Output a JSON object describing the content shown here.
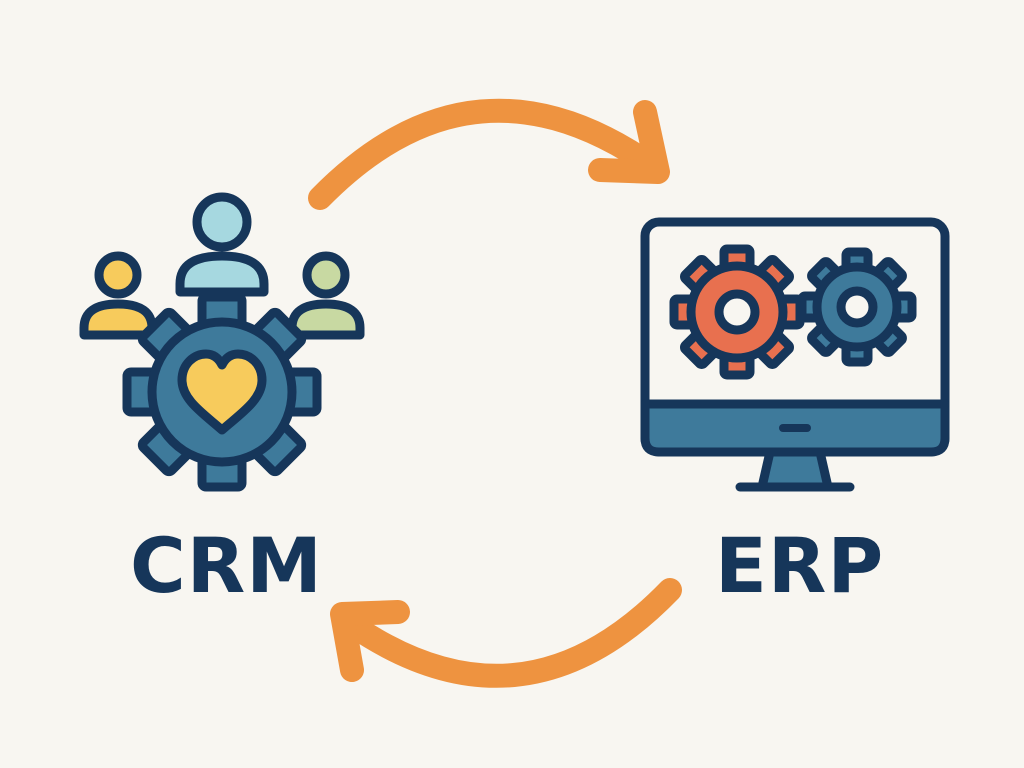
{
  "crm": {
    "label": "CRM",
    "icon": "crm-people-gear-heart-icon"
  },
  "erp": {
    "label": "ERP",
    "icon": "erp-monitor-gears-icon"
  },
  "arrows": {
    "top": "arrow-crm-to-erp",
    "bottom": "arrow-erp-to-crm"
  },
  "colors": {
    "background": "#f8f6f1",
    "outline": "#16365a",
    "gear_blue": "#3e7a9b",
    "heart_yellow": "#f7cb5c",
    "person_yellow": "#f7cb5c",
    "person_blue": "#a6d8e0",
    "person_green": "#c8d9a2",
    "gear_red": "#e8704f",
    "arrow_orange": "#ee9340"
  }
}
